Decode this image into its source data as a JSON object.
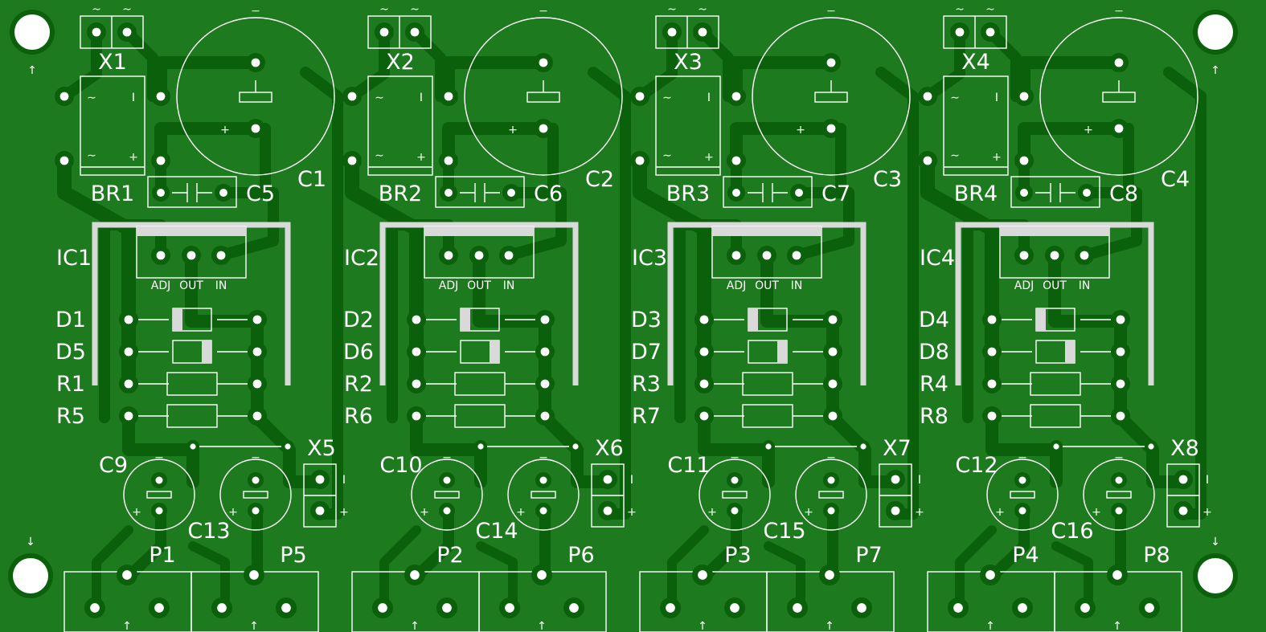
{
  "colors": {
    "board": "#1e7a1e",
    "copper": "#0b600b",
    "silkscreen": "#ffffff",
    "heatsink": "#d9d9d9"
  },
  "modules": [
    {
      "x_conn": "X1",
      "bridge": "BR1",
      "cap_big": "C1",
      "cap_film": "C5",
      "ic": "IC1",
      "d_top": "D1",
      "d_bot": "D5",
      "r_top": "R1",
      "r_bot": "R5",
      "out_conn": "X5",
      "cap_small_a": "C9",
      "cap_small_b": "C13",
      "pot_a": "P1",
      "pot_b": "P5"
    },
    {
      "x_conn": "X2",
      "bridge": "BR2",
      "cap_big": "C2",
      "cap_film": "C6",
      "ic": "IC2",
      "d_top": "D2",
      "d_bot": "D6",
      "r_top": "R2",
      "r_bot": "R6",
      "out_conn": "X6",
      "cap_small_a": "C10",
      "cap_small_b": "C14",
      "pot_a": "P2",
      "pot_b": "P6"
    },
    {
      "x_conn": "X3",
      "bridge": "BR3",
      "cap_big": "C3",
      "cap_film": "C7",
      "ic": "IC3",
      "d_top": "D3",
      "d_bot": "D7",
      "r_top": "R3",
      "r_bot": "R7",
      "out_conn": "X7",
      "cap_small_a": "C11",
      "cap_small_b": "C15",
      "pot_a": "P3",
      "pot_b": "P7"
    },
    {
      "x_conn": "X4",
      "bridge": "BR4",
      "cap_big": "C4",
      "cap_film": "C8",
      "ic": "IC4",
      "d_top": "D4",
      "d_bot": "D8",
      "r_top": "R4",
      "r_bot": "R8",
      "out_conn": "X8",
      "cap_small_a": "C12",
      "cap_small_b": "C16",
      "pot_a": "P4",
      "pot_b": "P8"
    }
  ],
  "ic_pins": [
    "ADJ",
    "OUT",
    "IN"
  ],
  "marks": {
    "plus": "+",
    "minus": "−",
    "ac": "~",
    "bridge_ac": "∼",
    "bridge_minus": "I",
    "arrow_up": "↑",
    "arrow_down": "↓"
  }
}
